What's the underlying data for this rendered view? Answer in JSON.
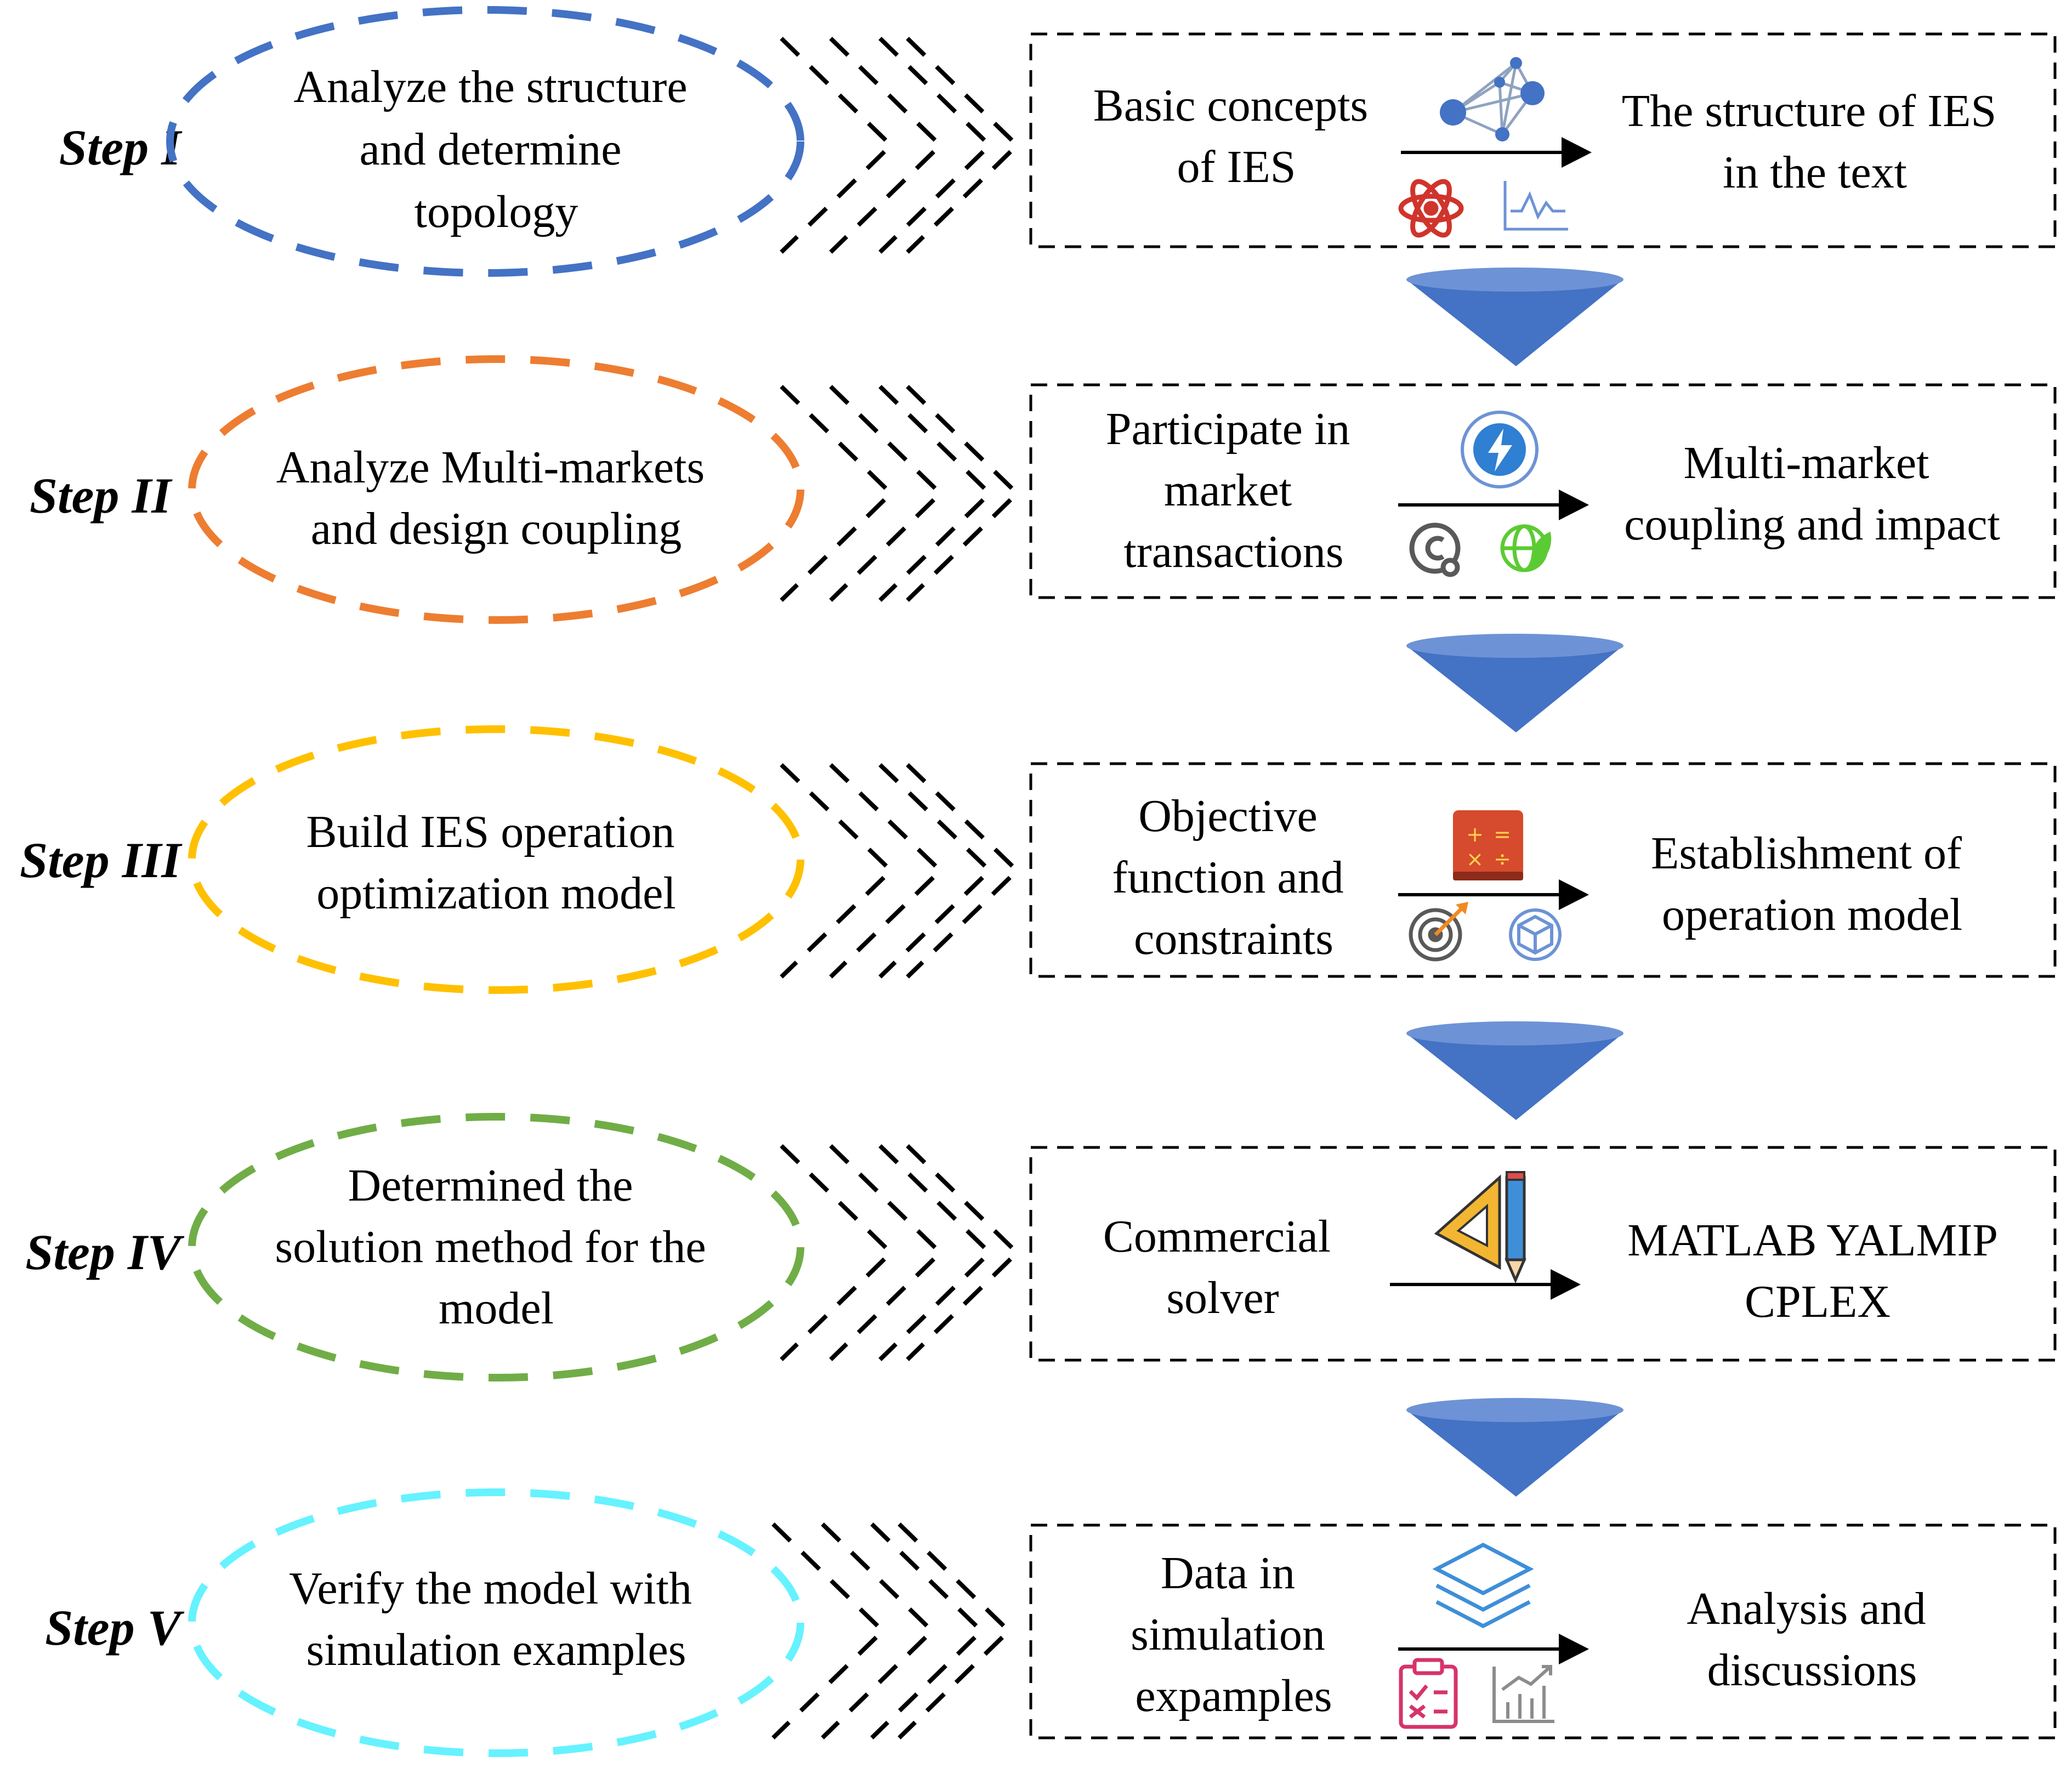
{
  "colors": {
    "step1": "#4472C4",
    "step2": "#ED7D31",
    "step3": "#FFC000",
    "step4": "#70AD47",
    "step5": "#66F2FF",
    "funnel": "#4472C4",
    "funnel_rim": "#6D93D6"
  },
  "steps": [
    {
      "label": "Step I",
      "ellipse_text": [
        "Analyze the structure",
        "and determine",
        "topology"
      ],
      "box_left": [
        "Basic concepts",
        "of IES"
      ],
      "box_right": [
        "The structure of IES",
        "in the text"
      ],
      "icons": [
        "network-icon",
        "atom-icon",
        "line-chart-icon"
      ]
    },
    {
      "label": "Step II",
      "ellipse_text": [
        "Analyze Multi-markets",
        "and design coupling"
      ],
      "box_left": [
        "Participate in",
        "market",
        "transactions"
      ],
      "box_right": [
        "Multi-market",
        "coupling and impact"
      ],
      "icons": [
        "energy-bolt-icon",
        "carbon-icon",
        "green-globe-icon"
      ]
    },
    {
      "label": "Step III",
      "ellipse_text": [
        "Build IES operation",
        "optimization model"
      ],
      "box_left": [
        "Objective",
        "function and",
        "constraints"
      ],
      "box_right": [
        "Establishment of",
        "operation model"
      ],
      "icons": [
        "calculator-icon",
        "target-icon",
        "cube-icon"
      ]
    },
    {
      "label": "Step IV",
      "ellipse_text": [
        "Determined the",
        "solution method for the",
        "model"
      ],
      "box_left": [
        "Commercial",
        "solver"
      ],
      "box_right": [
        "MATLAB YALMIP",
        "CPLEX"
      ],
      "icons": [
        "ruler-pencil-icon"
      ]
    },
    {
      "label": "Step V",
      "ellipse_text": [
        "Verify the model with",
        "simulation examples"
      ],
      "box_left": [
        "Data in",
        "simulation",
        "expamples"
      ],
      "box_right": [
        "Analysis and",
        "discussions"
      ],
      "icons": [
        "layers-icon",
        "checklist-icon",
        "bar-chart-icon"
      ]
    }
  ]
}
